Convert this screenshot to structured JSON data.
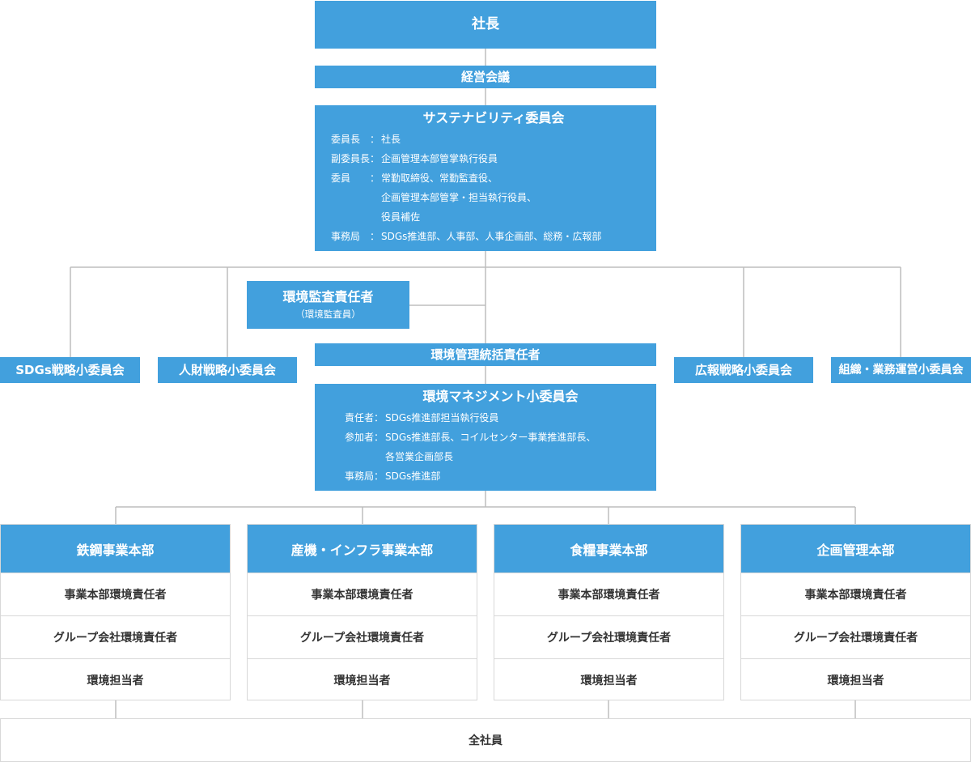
{
  "president": "社長",
  "management_meeting": "経営会議",
  "sustainability_committee": {
    "title": "サステナビリティ委員会",
    "rows": [
      {
        "label": "委員長　：",
        "value": "社長"
      },
      {
        "label": "副委員長：",
        "value": "企画管理本部管掌執行役員"
      },
      {
        "label": "委員　　：",
        "value": "常勤取締役、常勤監査役、\n企画管理本部管掌・担当執行役員、\n役員補佐"
      },
      {
        "label": "事務局　：",
        "value": "SDGs推進部、人事部、人事企画部、総務・広報部"
      }
    ]
  },
  "environmental_auditor": {
    "title": "環境監査責任者",
    "subtitle": "（環境監査員）"
  },
  "environmental_general_manager": "環境管理統括責任者",
  "sub_committees": {
    "sdgs_strategy": "SDGs戦略小委員会",
    "hr_strategy": "人財戦略小委員会",
    "pr_strategy": "広報戦略小委員会",
    "organization_operations": "組織・業務運営小委員会"
  },
  "env_management_committee": {
    "title": "環境マネジメント小委員会",
    "rows": [
      {
        "label": "責任者：",
        "value": "SDGs推進部担当執行役員"
      },
      {
        "label": "参加者：",
        "value": "SDGs推進部長、コイルセンター事業推進部長、\n各営業企画部長"
      },
      {
        "label": "事務局：",
        "value": "SDGs推進部"
      }
    ]
  },
  "divisions": [
    {
      "name": "鉄鋼事業本部",
      "roles": [
        "事業本部環境責任者",
        "グループ会社環境責任者",
        "環境担当者"
      ]
    },
    {
      "name": "産機・インフラ事業本部",
      "roles": [
        "事業本部環境責任者",
        "グループ会社環境責任者",
        "環境担当者"
      ]
    },
    {
      "name": "食糧事業本部",
      "roles": [
        "事業本部環境責任者",
        "グループ会社環境責任者",
        "環境担当者"
      ]
    },
    {
      "name": "企画管理本部",
      "roles": [
        "事業本部環境責任者",
        "グループ会社環境責任者",
        "環境担当者"
      ]
    }
  ],
  "all_employees": "全社員",
  "colors": {
    "box_blue": "#42a0dd",
    "connector_gray": "#bdbdbd",
    "border_gray": "#d8d8d8",
    "text_dark": "#333333"
  }
}
